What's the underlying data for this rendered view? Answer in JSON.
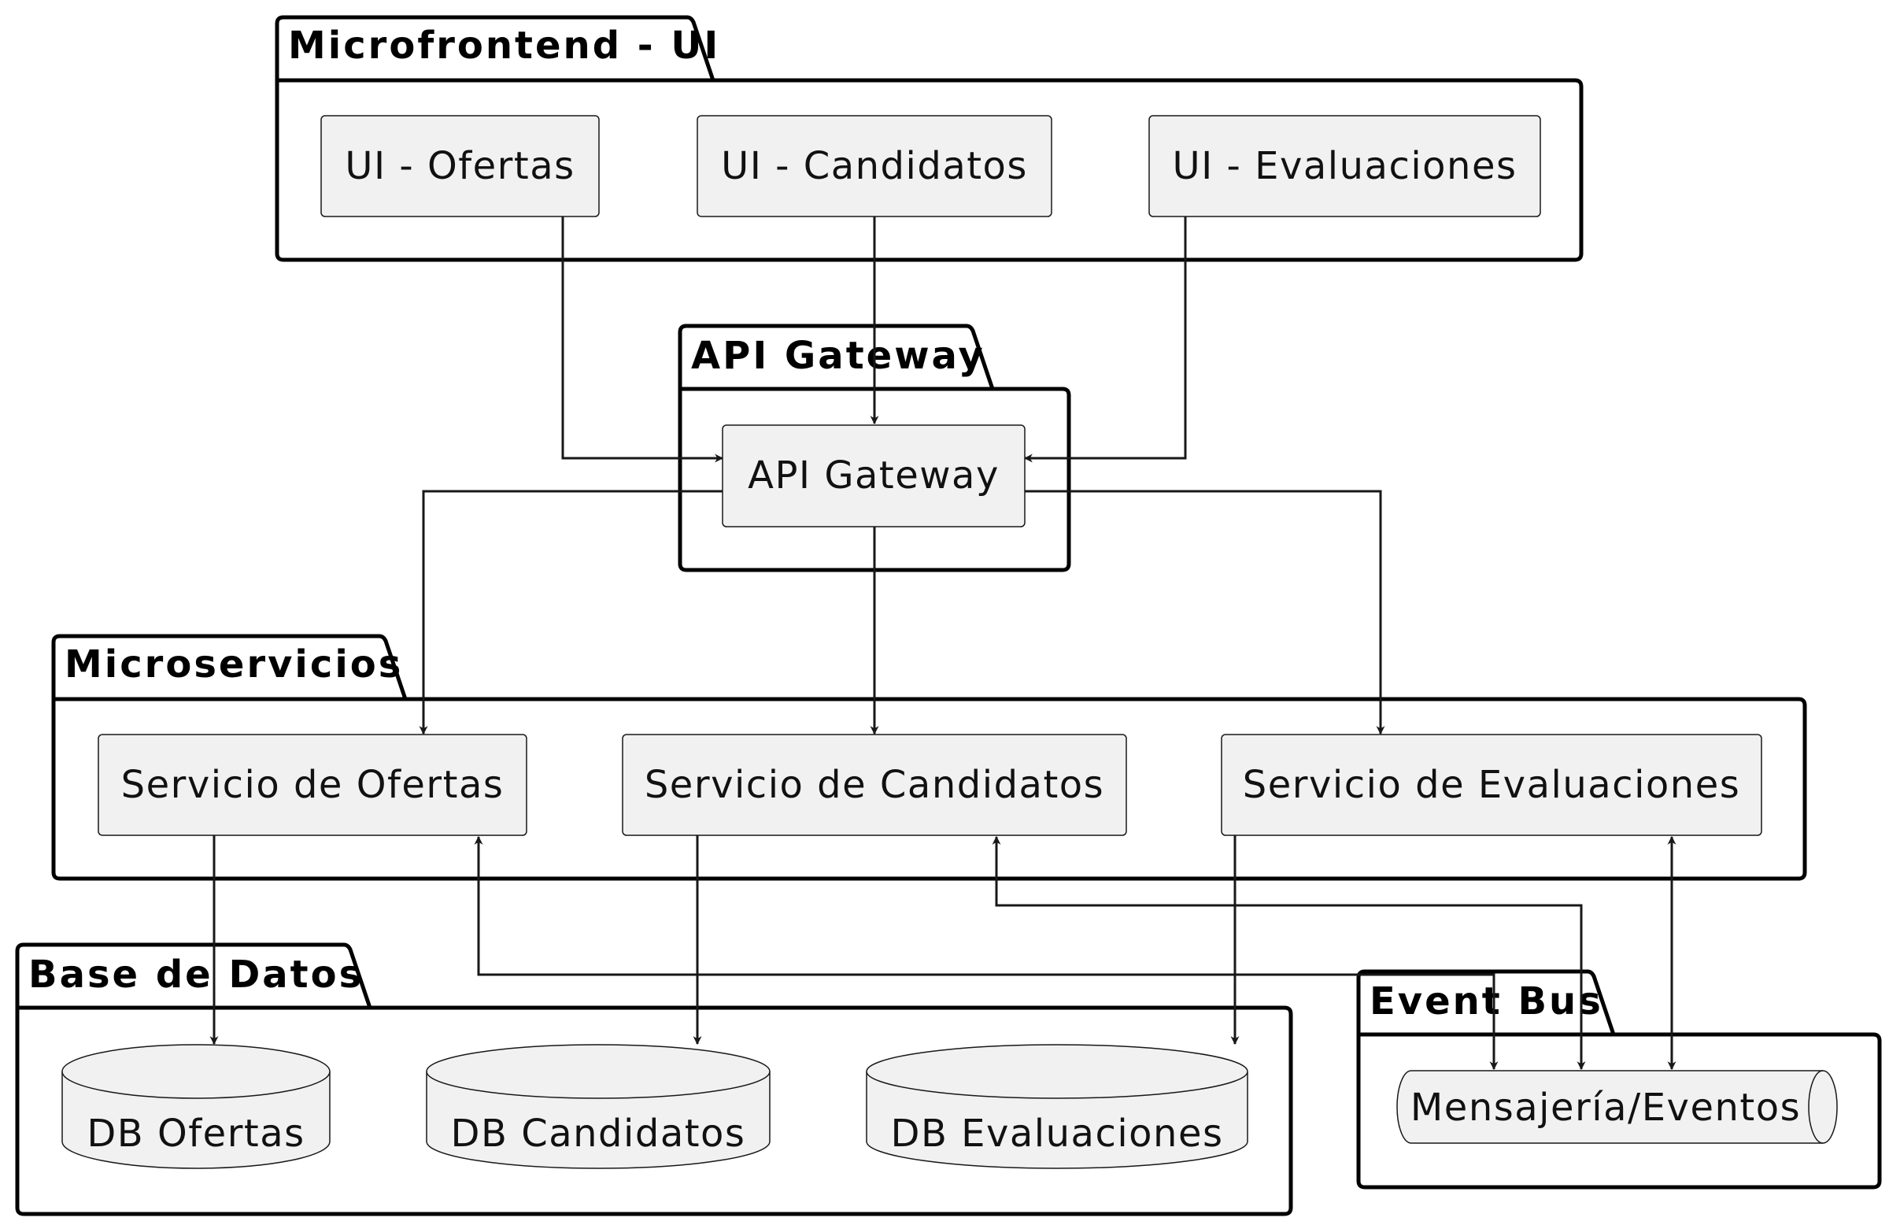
{
  "packages": {
    "ui": {
      "title": "Microfrontend - UI"
    },
    "gateway": {
      "title": "API Gateway"
    },
    "services": {
      "title": "Microservicios"
    },
    "databases": {
      "title": "Base de Datos"
    },
    "eventbus": {
      "title": "Event Bus"
    }
  },
  "nodes": {
    "ui_ofertas": "UI - Ofertas",
    "ui_candidatos": "UI - Candidatos",
    "ui_evaluaciones": "UI - Evaluaciones",
    "api_gateway": "API Gateway",
    "svc_ofertas": "Servicio de Ofertas",
    "svc_candidatos": "Servicio de Candidatos",
    "svc_evaluaciones": "Servicio de Evaluaciones",
    "db_ofertas": "DB Ofertas",
    "db_candidatos": "DB Candidatos",
    "db_evaluaciones": "DB Evaluaciones",
    "queue": "Mensajería/Eventos"
  },
  "colors": {
    "node_fill": "#f1f1f1",
    "stroke": "#181818",
    "background": "#ffffff"
  }
}
